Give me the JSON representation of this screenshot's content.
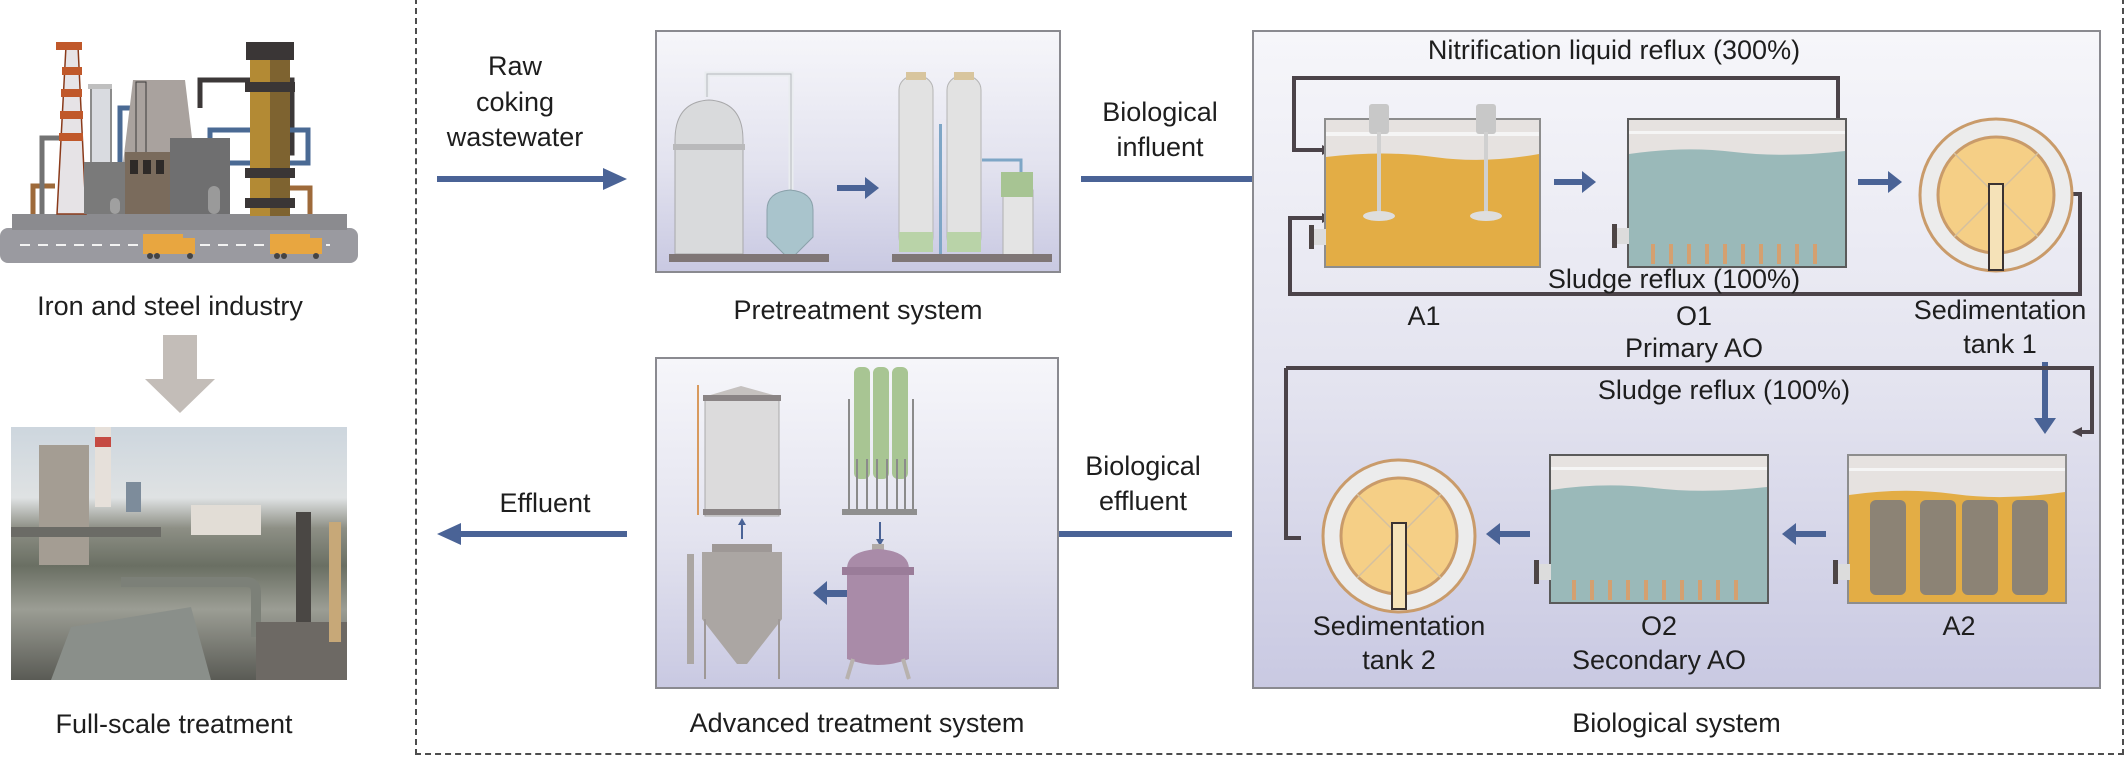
{
  "left": {
    "industry_label": "Iron and steel industry",
    "photo_label": "Full-scale treatment"
  },
  "flow": {
    "raw_input_lines": [
      "Raw",
      "coking",
      "wastewater"
    ],
    "bio_influent_lines": [
      "Biological",
      "influent"
    ],
    "bio_effluent_lines": [
      "Biological",
      "effluent"
    ],
    "effluent_label": "Effluent"
  },
  "systems": {
    "pretreatment": "Pretreatment system",
    "advanced": "Advanced treatment system",
    "biological": "Biological system"
  },
  "biological": {
    "nitrification_reflux": "Nitrification liquid reflux (300%)",
    "sludge_reflux_1": "Sludge reflux (100%)",
    "sludge_reflux_2": "Sludge reflux (100%)",
    "tank_a1": "A1",
    "tank_o1": "O1",
    "primary_ao": "Primary AO",
    "sed_tank_1_lines": [
      "Sedimentation",
      "tank 1"
    ],
    "tank_a2": "A2",
    "tank_o2": "O2",
    "secondary_ao": "Secondary AO",
    "sed_tank_2_lines": [
      "Sedimentation",
      "tank 2"
    ]
  },
  "colors": {
    "flow_arrow": "#4a6396",
    "reflux_line": "#4b4349",
    "anoxic_liquid": "#e3ad45",
    "oxic_liquid": "#9ab9b9",
    "panel_border": "#8a8a90",
    "gray_arrow": "#c3bdb8"
  }
}
